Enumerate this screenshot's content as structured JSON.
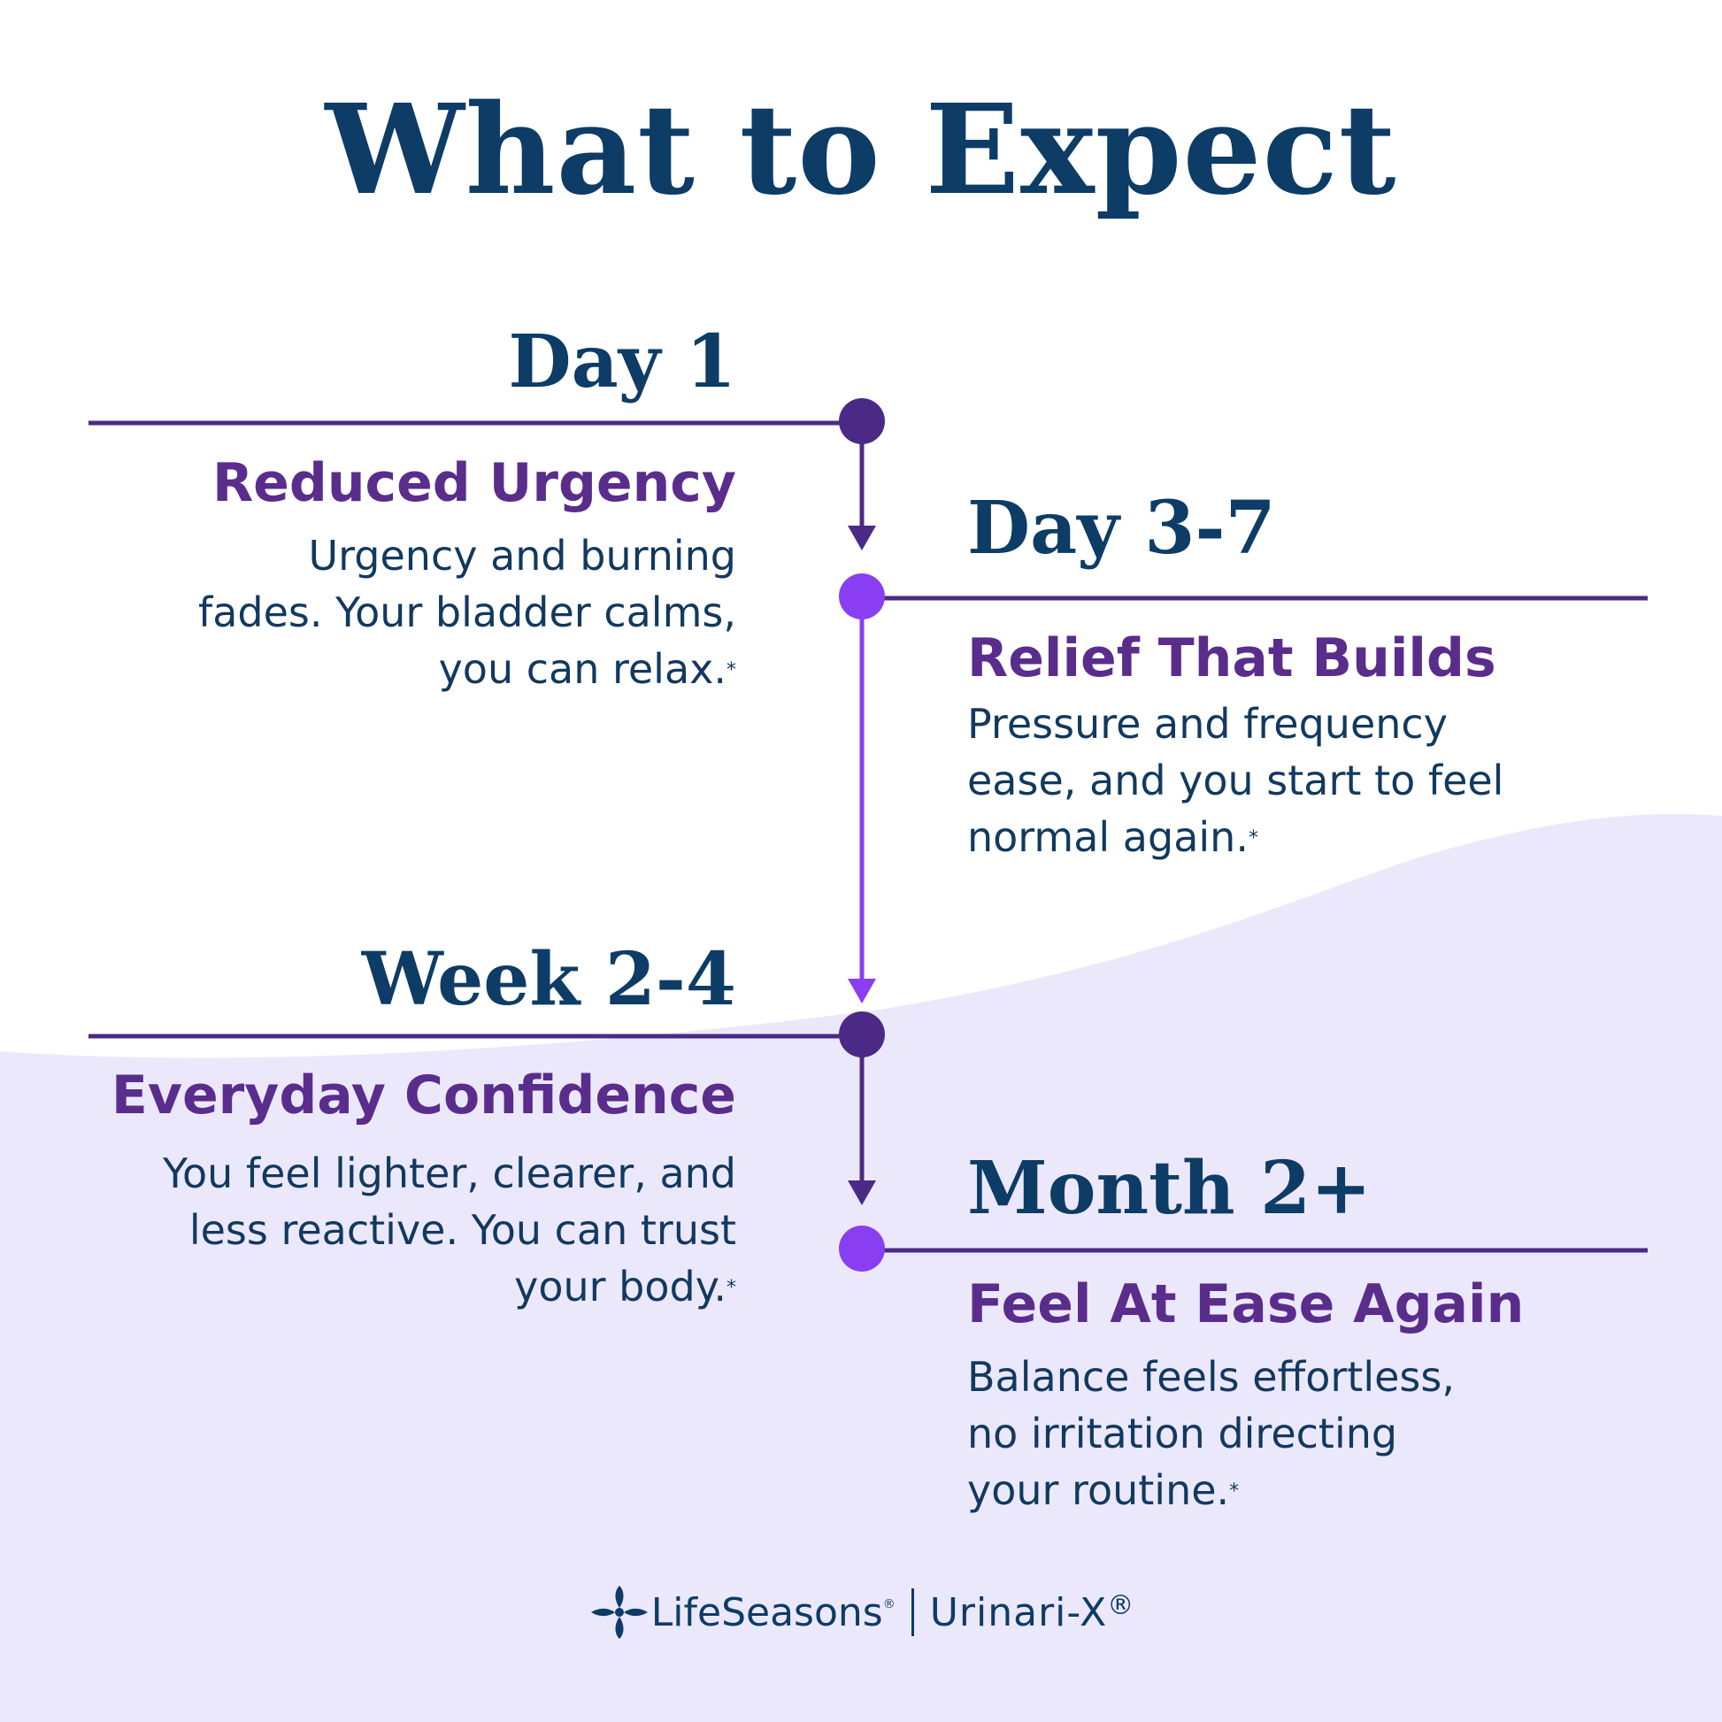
{
  "title": "What to Expect",
  "colors": {
    "navy": "#0d3c66",
    "purple_heading": "#5a2d8c",
    "timeline_dark": "#4b2a86",
    "timeline_bright": "#8a3ef2",
    "lavender_bg": "#ece8fb"
  },
  "timeline": [
    {
      "stage": "Day 1",
      "heading": "Reduced Urgency",
      "body": [
        "Urgency and burning",
        "fades. Your bladder calms,",
        "you can relax."
      ],
      "footnote": "*"
    },
    {
      "stage": "Day 3-7",
      "heading": "Relief That Builds",
      "body": [
        "Pressure and frequency",
        "ease, and you start to feel",
        "normal again."
      ],
      "footnote": "*"
    },
    {
      "stage": "Week 2-4",
      "heading": "Everyday Confidence",
      "body": [
        "You feel lighter, clearer, and",
        "less reactive. You can trust",
        "your body."
      ],
      "footnote": "*"
    },
    {
      "stage": "Month 2+",
      "heading": "Feel At Ease Again",
      "body": [
        "Balance feels effortless,",
        "no irritation directing",
        "your routine."
      ],
      "footnote": "*"
    }
  ],
  "footer": {
    "brand": "LifeSeasons",
    "brand_reg": "®",
    "product": "Urinari-X",
    "product_reg": "®",
    "logo_icon": "lifeseasons-flower-icon"
  }
}
